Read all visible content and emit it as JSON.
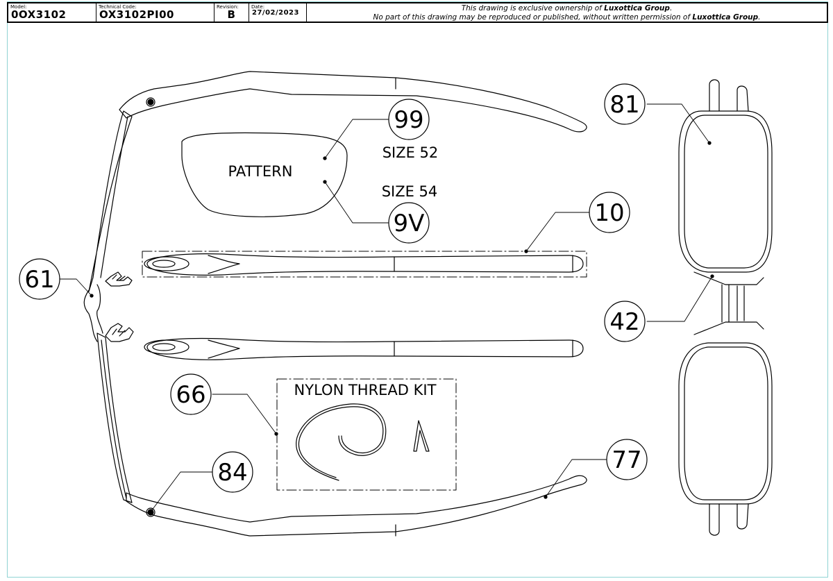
{
  "title_block": {
    "model_label": "Model:",
    "model_value": "0OX3102",
    "technical_code_label": "Technical Code:",
    "technical_code_value": "OX3102PI00",
    "revision_label": "Revision:",
    "revision_value": "B",
    "date_label": "Date:",
    "date_value": "27/02/2023",
    "notice_line1_prefix": "This drawing is exclusive ownership of ",
    "notice_line1_company": "Luxottica Group",
    "notice_line1_suffix": ".",
    "notice_line2_prefix": "No part of this drawing may be reproduced or published, without written permission of ",
    "notice_line2_company": "Luxottica Group",
    "notice_line2_suffix": "."
  },
  "callouts": {
    "c99": "99",
    "c9v": "9V",
    "c10": "10",
    "c61": "61",
    "c66": "66",
    "c84": "84",
    "c81": "81",
    "c42": "42",
    "c77": "77"
  },
  "labels": {
    "pattern": "PATTERN",
    "size52": "SIZE 52",
    "size54": "SIZE 54",
    "nylon_kit": "NYLON THREAD KIT"
  },
  "colors": {
    "line": "#000000",
    "sheet_border": "#8fd3d3"
  }
}
